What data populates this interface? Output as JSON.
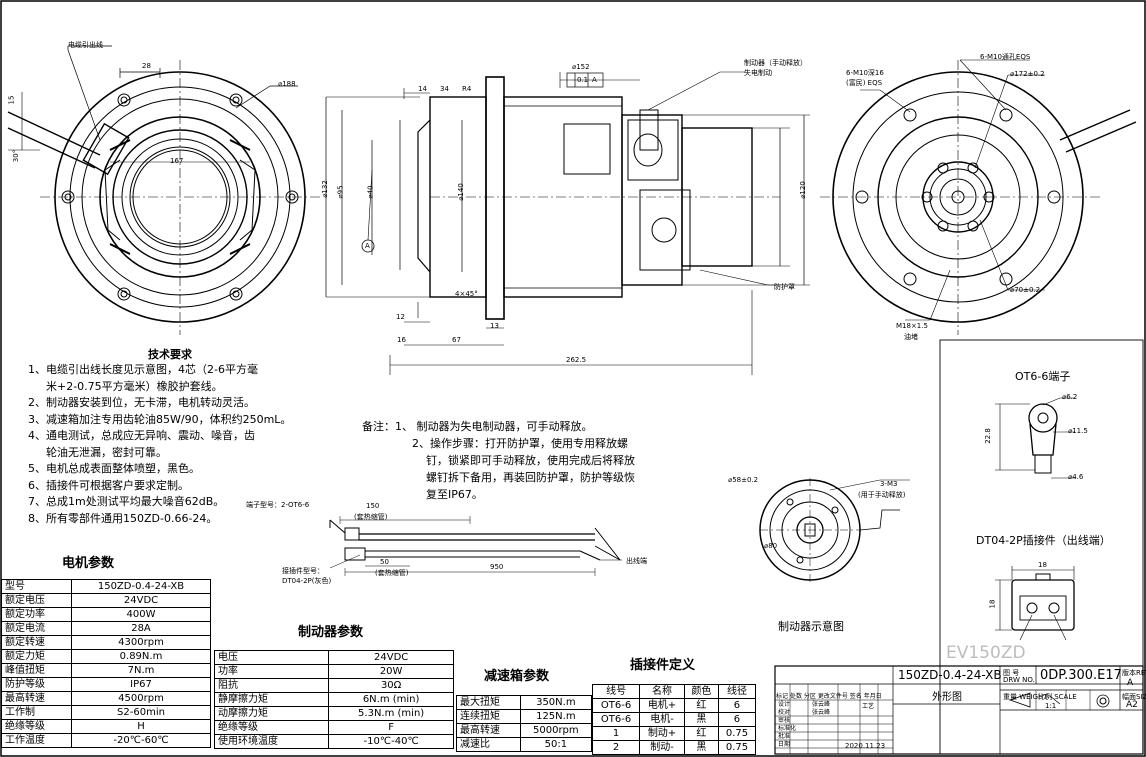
{
  "labels": {
    "cable_outlet": "电缆引出线",
    "brake_manual": "制动器（手动释放）",
    "brake_fail": "失电制动",
    "six_m10_deep16": "6-M10深16",
    "six_m10_rich": "(富民) EQS",
    "six_m10_holes": "6-M10通孔EQS",
    "protect_cover": "防护罩",
    "oil_plug": "M18×1.5",
    "oil_plug2": "油堵",
    "fig_tolerance": "0.1",
    "fig_datum": "A",
    "ot6_title": "OT6-6端子",
    "dt04_title": "DT04-2P插接件（出线端）",
    "brake_fig_title": "制动器示意图",
    "terminal_type": "端子型号：2-OT6-6",
    "shrink1": "(套热缩管)",
    "shrink2": "(套热缩管)",
    "connector_type": "接插件型号：",
    "connector_type2": "DT04-2P(灰色)",
    "outlet_end": "出线端",
    "three_m3": "3-M3",
    "manual_release": "(用于手动释放)",
    "watermark": "EV150ZD"
  },
  "dims": {
    "d28": "28",
    "d15": "15",
    "d30": "30°",
    "d188": "⌀188",
    "d167": "167",
    "d14": "14",
    "d34": "34",
    "r4": "R4",
    "d152": "⌀152",
    "d132": "⌀132",
    "d95": "⌀95",
    "d40": "⌀40",
    "d140": "⌀140",
    "d4x45": "4×45°",
    "d12": "12",
    "d13": "13",
    "d16": "16",
    "d67": "67",
    "d262": "262.5",
    "d120": "⌀120",
    "d172": "⌀172±0.2",
    "d70": "⌀70±0.2",
    "d62": "⌀6.2",
    "d22": "22.8",
    "d115": "⌀11.5",
    "d46": "⌀4.6",
    "d18": "18",
    "d18v": "18",
    "d58": "⌀58±0.2",
    "d80": "⌀80",
    "d150": "150",
    "d950": "950",
    "d50": "50"
  },
  "tech": {
    "title": "技术要求",
    "lines": [
      "1、电缆引出线长度见示意图，4芯（2-6平方毫",
      "米+2-0.75平方毫米）橡胶护套线。",
      "2、制动器安装到位，无卡滞，电机转动灵活。",
      "3、减速箱加注专用齿轮油85W/90，体积约250mL。",
      "4、通电测试，总成应无异响、震动、噪音，齿",
      "轮油无泄漏，密封可靠。",
      "5、电机总成表面整体喷塑，黑色。",
      "6、插接件可根据客户要求定制。",
      "7、总成1m处测试平均最大噪音62dB。",
      "8、所有零部件通用150ZD-0.66-24。"
    ]
  },
  "notes": {
    "lines": [
      "备注：1、  制动器为失电制动器，可手动释放。",
      "2、操作步骤：打开防护罩，使用专用释放螺",
      "钉，锁紧即可手动释放，使用完成后将释放",
      "螺钉拆下备用，再装回防护罩，防护等级恢",
      "复至IP67。"
    ]
  },
  "motor": {
    "title": "电机参数",
    "rows": [
      [
        "型号",
        "150ZD-0.4-24-XB"
      ],
      [
        "额定电压",
        "24VDC"
      ],
      [
        "额定功率",
        "400W"
      ],
      [
        "额定电流",
        "28A"
      ],
      [
        "额定转速",
        "4300rpm"
      ],
      [
        "额定力矩",
        "0.89N.m"
      ],
      [
        "峰值扭矩",
        "7N.m"
      ],
      [
        "防护等级",
        "IP67"
      ],
      [
        "最高转速",
        "4500rpm"
      ],
      [
        "工作制",
        "S2-60min"
      ],
      [
        "绝缘等级",
        "H"
      ],
      [
        "工作温度",
        "-20℃-60℃"
      ]
    ]
  },
  "brake": {
    "title": "制动器参数",
    "rows": [
      [
        "电压",
        "24VDC"
      ],
      [
        "功率",
        "20W"
      ],
      [
        "阻抗",
        "30Ω"
      ],
      [
        "静摩擦力矩",
        "6N.m (min)"
      ],
      [
        "动摩擦力矩",
        "5.3N.m (min)"
      ],
      [
        "绝缘等级",
        "F"
      ],
      [
        "使用环境温度",
        "-10℃-40℃"
      ]
    ]
  },
  "gearbox": {
    "title": "减速箱参数",
    "rows": [
      [
        "最大扭矩",
        "350N.m"
      ],
      [
        "连续扭矩",
        "125N.m"
      ],
      [
        "最高转速",
        "5000rpm"
      ],
      [
        "减速比",
        "50:1"
      ]
    ]
  },
  "connector": {
    "title": "插接件定义",
    "header": [
      "线号",
      "名称",
      "颜色",
      "线径"
    ],
    "rows": [
      [
        "OT6-6",
        "电机+",
        "红",
        "6"
      ],
      [
        "OT6-6",
        "电机-",
        "黑",
        "6"
      ],
      [
        "1",
        "制动+",
        "红",
        "0.75"
      ],
      [
        "2",
        "制动-",
        "黑",
        "0.75"
      ]
    ]
  },
  "titleblock": {
    "part_name": "150ZD-0.4-24-XB",
    "drawing_type": "外形图",
    "drawing_no": "0DP.300.E17",
    "label_tu_hao": "图 号",
    "label_drw": "DRW NO.",
    "label_ver": "版本REV",
    "rev": "A",
    "label_weight": "重量 WEIGHT",
    "label_scale": "比例 SCALE",
    "scale": "1:1",
    "label_size": "幅面SIZE",
    "size": "A2",
    "date": "2020.11.23",
    "rows_left": [
      "标记",
      "处数",
      "分区",
      "更改文件号",
      "签名",
      "年月日"
    ],
    "roles": [
      "设计",
      "审核",
      "校对",
      "工艺",
      "标准化",
      "批准",
      "日期"
    ],
    "names": [
      "张云峰",
      "",
      "张云峰"
    ]
  }
}
